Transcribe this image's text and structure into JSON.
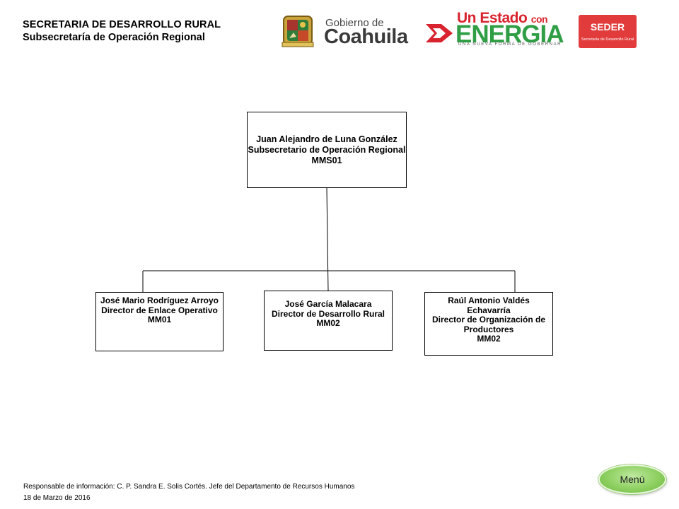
{
  "header": {
    "title": "SECRETARIA DE DESARROLLO RURAL",
    "subtitle": "Subsecretaría de Operación Regional"
  },
  "logos": {
    "coahuila_small": "Gobierno de",
    "coahuila_big": "Coahuila",
    "energia_top": "Un Estado",
    "energia_con": "con",
    "energia_big": "ENERGIA",
    "energia_tagline": "UNA NUEVA FORMA DE GOBERNAR",
    "seder_name": "SEDER",
    "seder_sub": "Secretaría de Desarrollo Rural"
  },
  "org": {
    "top": {
      "name": "Juan Alejandro de Luna González",
      "role": "Subsecretario de Operación Regional",
      "code": "MMS01"
    },
    "left": {
      "name": "José Mario Rodríguez Arroyo",
      "role": "Director de Enlace Operativo",
      "code": "MM01"
    },
    "middle": {
      "name": "José García Malacara",
      "role": "Director de Desarrollo Rural",
      "code": "MM02"
    },
    "right": {
      "name": "Raúl Antonio Valdés Echavarría",
      "role": "Director de Organización de Productores",
      "code": "MM02"
    }
  },
  "footer": {
    "responsible": "Responsable de información: C. P. Sandra E. Solis Cortés. Jefe del Departamento de Recursos Humanos",
    "date": "18 de Marzo de 2016"
  },
  "menu_label": "Menú",
  "colors": {
    "seder_red": "#e23b3b",
    "energia_red": "#d9232e",
    "energia_green": "#2f9e45",
    "menu_green": "#8ed061"
  }
}
